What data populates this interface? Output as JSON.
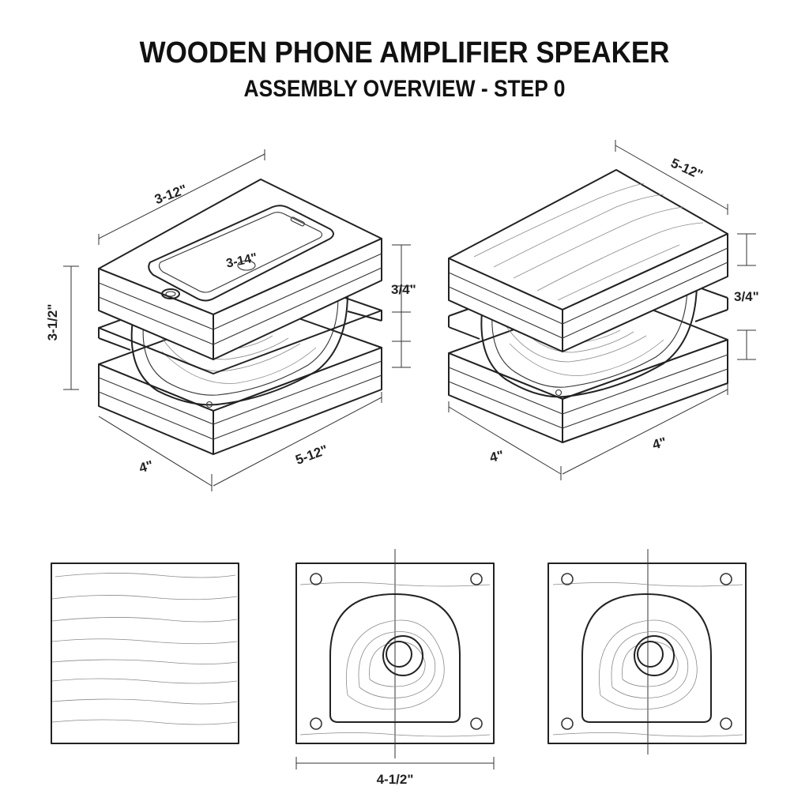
{
  "title": "WOODEN PHONE AMPLIFIER SPEAKER",
  "subtitle": "ASSEMBLY OVERVIEW - STEP 0",
  "left_assembly": {
    "dim_top": "3-12\"",
    "dim_recess": "3-14\"",
    "dim_height": "3-1/2\"",
    "dim_layer": "3/4\"",
    "dim_front": "4\"",
    "dim_side": "5-12\""
  },
  "right_assembly": {
    "dim_top": "5-12\"",
    "dim_layer": "3/4\"",
    "dim_front": "4\"",
    "dim_side": "4\""
  },
  "bottom_panels": {
    "dim_width": "4-1/2\""
  }
}
